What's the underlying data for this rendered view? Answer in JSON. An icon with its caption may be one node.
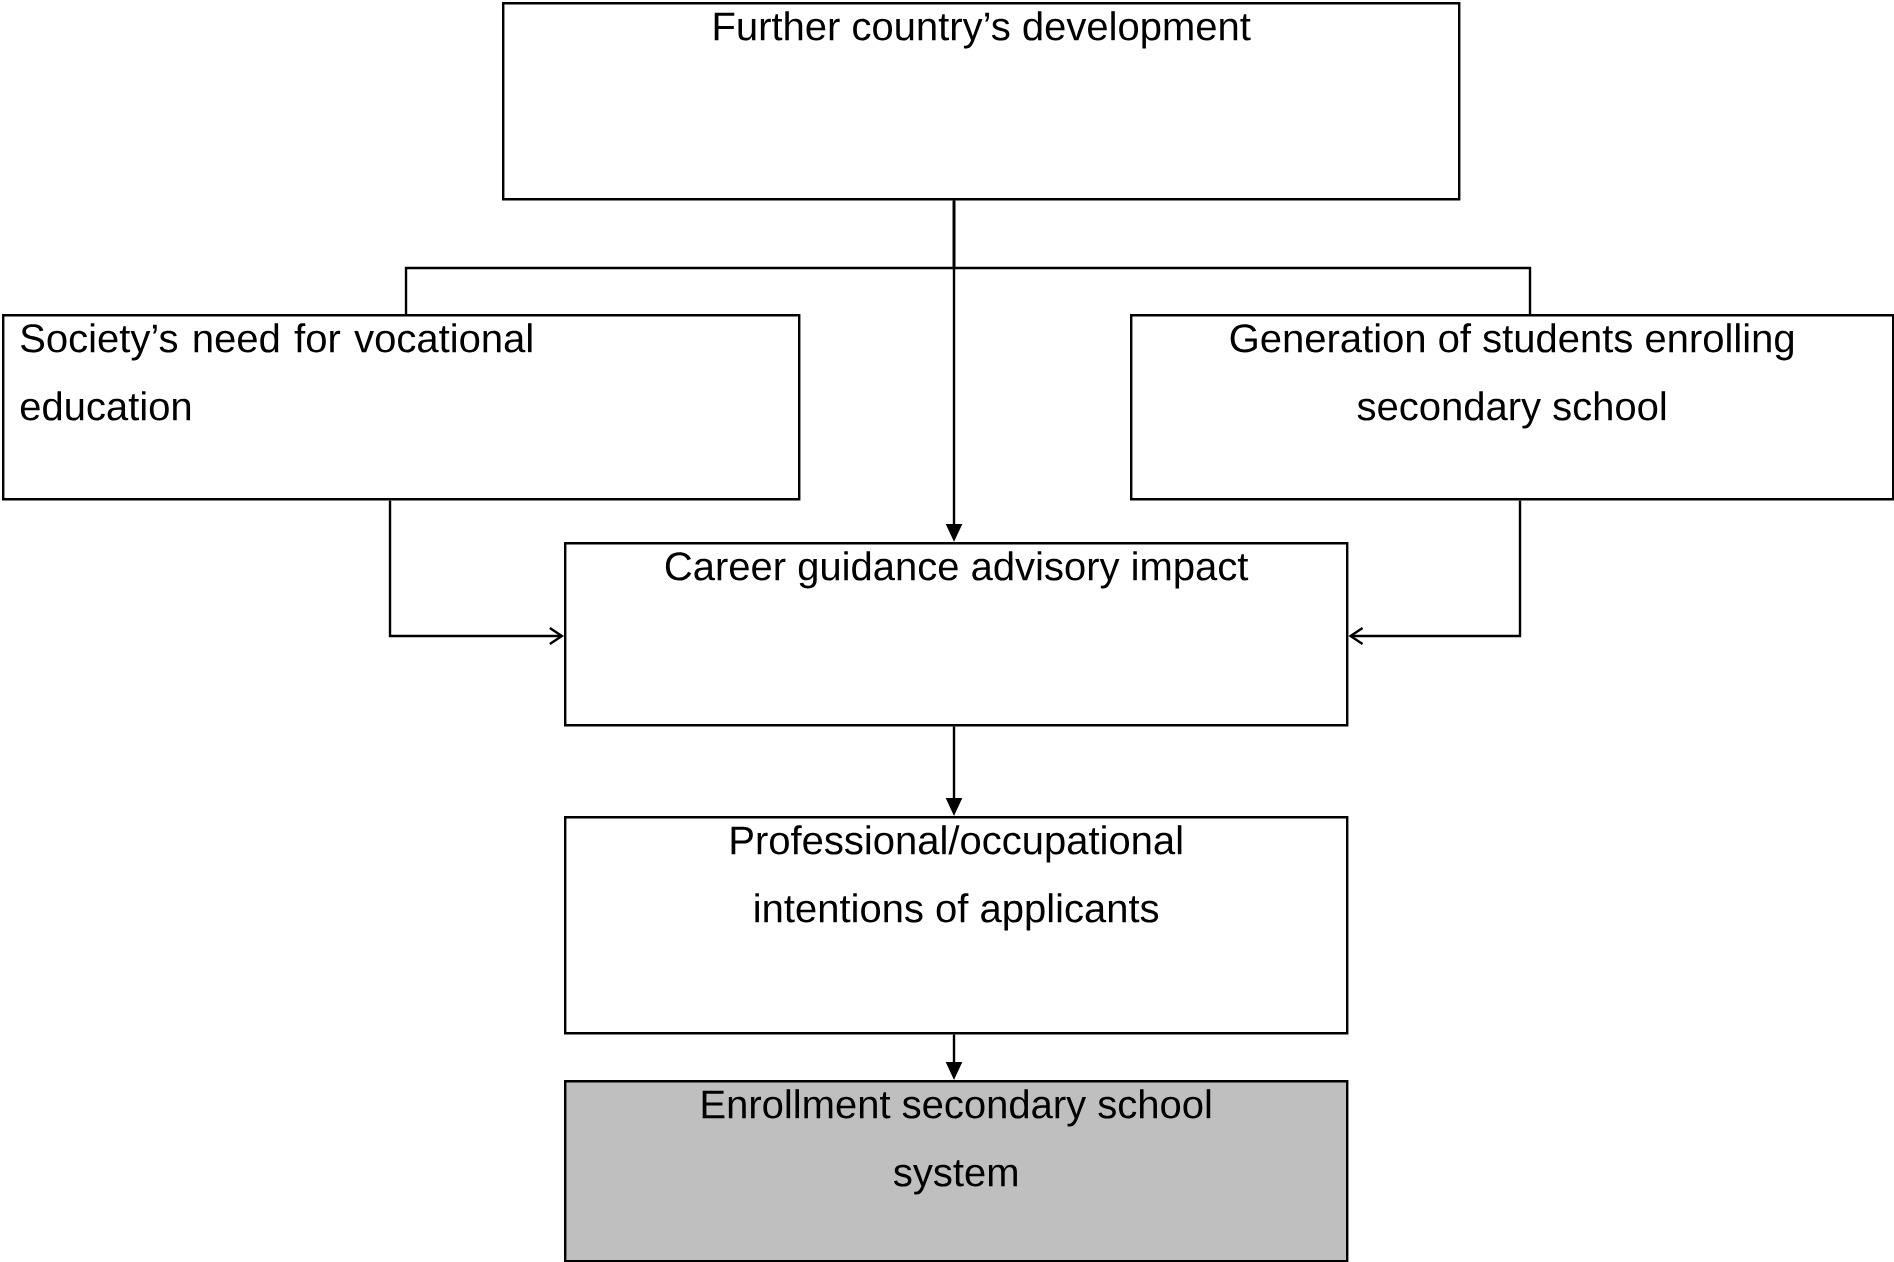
{
  "diagram": {
    "nodes": [
      {
        "text": [
          "Further country’s development"
        ]
      },
      {
        "text": [
          "Society’s need for vocational education"
        ]
      },
      {
        "text": [
          "Generation of students enrolling secondary school"
        ]
      },
      {
        "text": [
          "Career guidance advisory impact"
        ]
      },
      {
        "text": [
          "Professional/occupational intentions of applicants"
        ]
      },
      {
        "text": [
          "Enrollment secondary school system"
        ]
      }
    ],
    "edges": [
      {
        "from": 0,
        "to": 1,
        "arrow": "none"
      },
      {
        "from": 0,
        "to": 2,
        "arrow": "none"
      },
      {
        "from": 0,
        "to": 3,
        "arrow": "to"
      },
      {
        "from": 1,
        "to": 3,
        "arrow": "to"
      },
      {
        "from": 2,
        "to": 3,
        "arrow": "to"
      },
      {
        "from": 3,
        "to": 4,
        "arrow": "to"
      },
      {
        "from": 4,
        "to": 5,
        "arrow": "to"
      }
    ]
  }
}
